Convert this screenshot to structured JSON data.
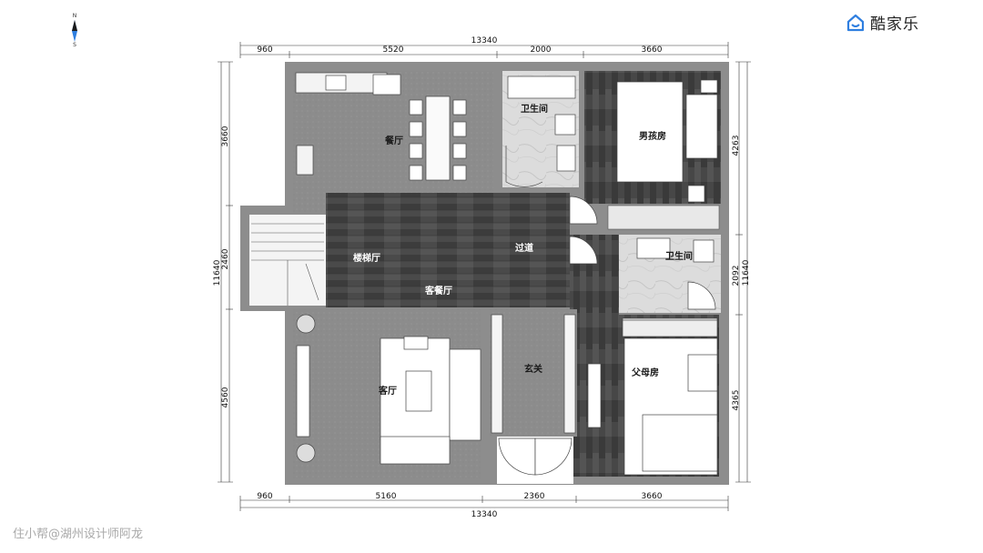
{
  "brand": {
    "name": "酷家乐",
    "accent": "#2f7fe0"
  },
  "compass": {
    "north": "N",
    "south": "S"
  },
  "watermark": "住小帮@湖州设计师阿龙",
  "rooms": {
    "dining": "餐厅",
    "bath_top": "卫生间",
    "boy_room": "男孩房",
    "stair_hall": "楼梯厅",
    "corridor": "过道",
    "living_dining": "客餐厅",
    "bath_mid": "卫生间",
    "living": "客厅",
    "entrance": "玄关",
    "parents_room": "父母房"
  },
  "dimensions": {
    "top_total": "13340",
    "top": [
      "960",
      "5520",
      "2000",
      "3660"
    ],
    "bottom_total": "13340",
    "bottom": [
      "960",
      "5160",
      "2360",
      "3660"
    ],
    "left_total": "11640",
    "left": [
      "3660",
      "2460",
      "4560"
    ],
    "right_total": "11640",
    "right": [
      "4263",
      "2092",
      "4365"
    ]
  }
}
